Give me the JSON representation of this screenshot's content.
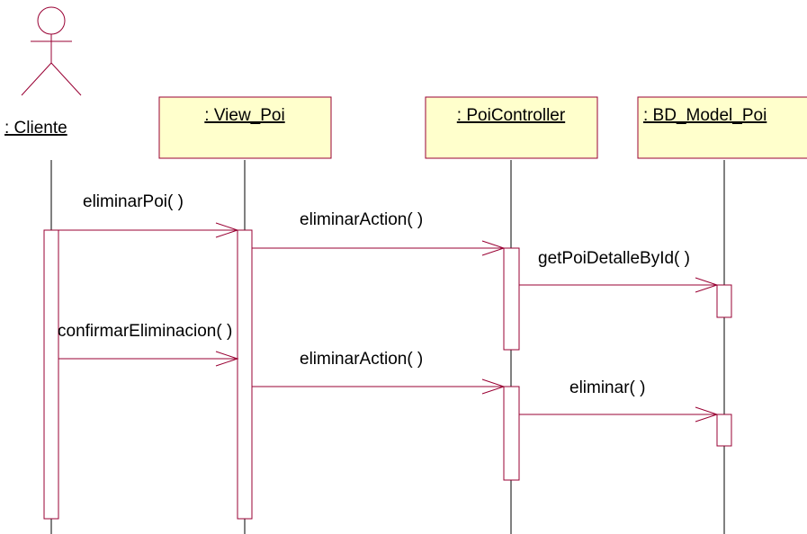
{
  "actor": {
    "name": ": Cliente"
  },
  "objects": [
    {
      "id": "view",
      "label": ": View_Poi"
    },
    {
      "id": "controller",
      "label": ": PoiController"
    },
    {
      "id": "model",
      "label": ": BD_Model_Poi"
    }
  ],
  "messages": [
    {
      "id": "m1",
      "label": "eliminarPoi( )"
    },
    {
      "id": "m2",
      "label": "eliminarAction( )"
    },
    {
      "id": "m3",
      "label": "getPoiDetalleById( )"
    },
    {
      "id": "m4",
      "label": "confirmarEliminacion( )"
    },
    {
      "id": "m5",
      "label": "eliminarAction( )"
    },
    {
      "id": "m6",
      "label": "eliminar( )"
    }
  ],
  "colors": {
    "object_fill": "#ffffcc",
    "line": "#990033",
    "lifeline": "#000000"
  }
}
